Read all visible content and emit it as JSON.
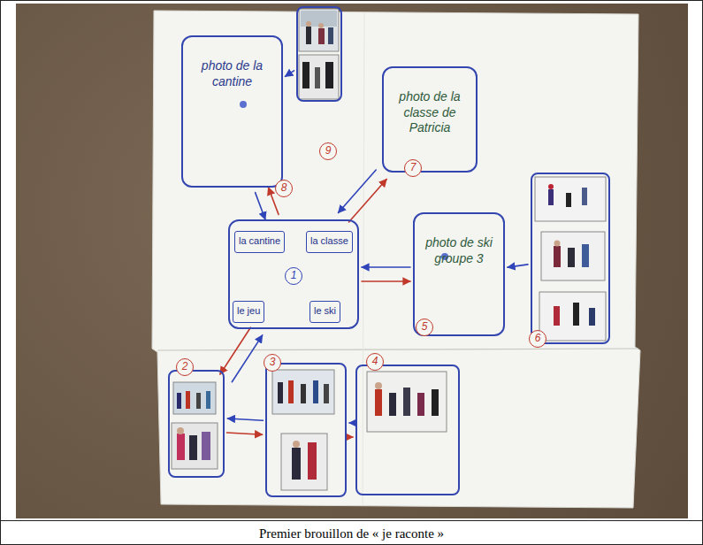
{
  "diagram": {
    "caption": "Premier brouillon de « je raconte »",
    "nodes": [
      {
        "text": [
          "photo de la cantine",
          "8"
        ]
      },
      {
        "text": [
          "9"
        ]
      },
      {
        "text": [
          "photo de la classe de Patricia",
          "7"
        ]
      },
      {
        "text": [
          "6"
        ]
      },
      {
        "text": [
          "1"
        ]
      },
      {
        "text": [
          "la cantine"
        ],
        "in": 4
      },
      {
        "text": [
          "la classe"
        ],
        "in": 4
      },
      {
        "text": [
          "le jeu"
        ],
        "in": 4
      },
      {
        "text": [
          "le ski"
        ],
        "in": 4
      },
      {
        "text": [
          "photo de ski groupe 3",
          "5"
        ]
      },
      {
        "text": [
          "2"
        ]
      },
      {
        "text": [
          "3"
        ]
      },
      {
        "text": [
          "4"
        ]
      }
    ],
    "edges": [
      {
        "from": 0,
        "to": 4,
        "arrow": "to"
      },
      {
        "from": 4,
        "to": 0,
        "arrow": "to"
      },
      {
        "from": 1,
        "to": 0,
        "arrow": "to"
      },
      {
        "from": 2,
        "to": 4,
        "arrow": "to"
      },
      {
        "from": 4,
        "to": 2,
        "arrow": "to"
      },
      {
        "from": 9,
        "to": 4,
        "arrow": "to"
      },
      {
        "from": 4,
        "to": 9,
        "arrow": "to"
      },
      {
        "from": 3,
        "to": 9,
        "arrow": "to"
      },
      {
        "from": 10,
        "to": 4,
        "arrow": "to"
      },
      {
        "from": 4,
        "to": 10,
        "arrow": "to"
      },
      {
        "from": 11,
        "to": 10,
        "arrow": "to"
      },
      {
        "from": 10,
        "to": 11,
        "arrow": "to"
      },
      {
        "from": 12,
        "to": 11,
        "arrow": "to"
      },
      {
        "from": 11,
        "to": 12,
        "arrow": "to"
      }
    ]
  }
}
